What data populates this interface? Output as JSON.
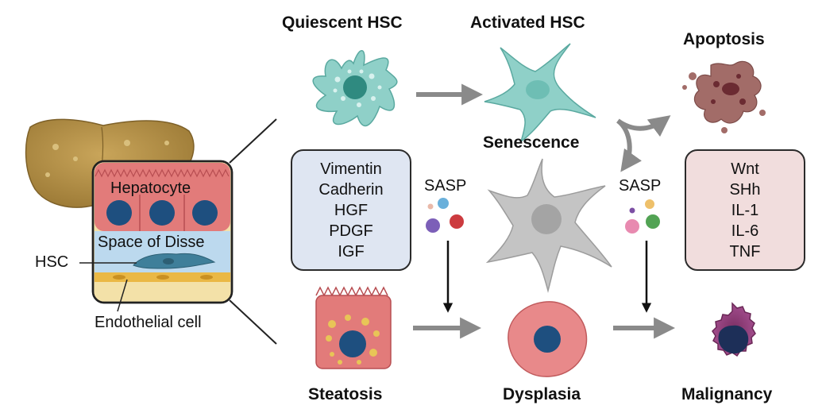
{
  "labels": {
    "quiescent": "Quiescent HSC",
    "activated": "Activated HSC",
    "apoptosis": "Apoptosis",
    "senescence": "Senescence",
    "steatosis": "Steatosis",
    "dysplasia": "Dysplasia",
    "malignancy": "Malignancy",
    "sasp_left": "SASP",
    "sasp_right": "SASP"
  },
  "tissue": {
    "hepatocyte": "Hepatocyte",
    "space_of_disse": "Space of Disse",
    "hsc": "HSC",
    "endothelial": "Endothelial cell"
  },
  "left_markers": [
    "Vimentin",
    "Cadherin",
    "HGF",
    "PDGF",
    "IGF"
  ],
  "right_markers": [
    "Wnt",
    "SHh",
    "IL-1",
    "IL-6",
    "TNF"
  ],
  "colors": {
    "hsc_teal": "#8fd0c8",
    "senescent_gray": "#c4c4c4",
    "left_box": "#dfe6f2",
    "right_box": "#f1dddd",
    "hepatocyte_pink": "#e0797a",
    "nucleus_blue": "#1e4f7f",
    "arrow_gray": "#8a8a8a"
  }
}
